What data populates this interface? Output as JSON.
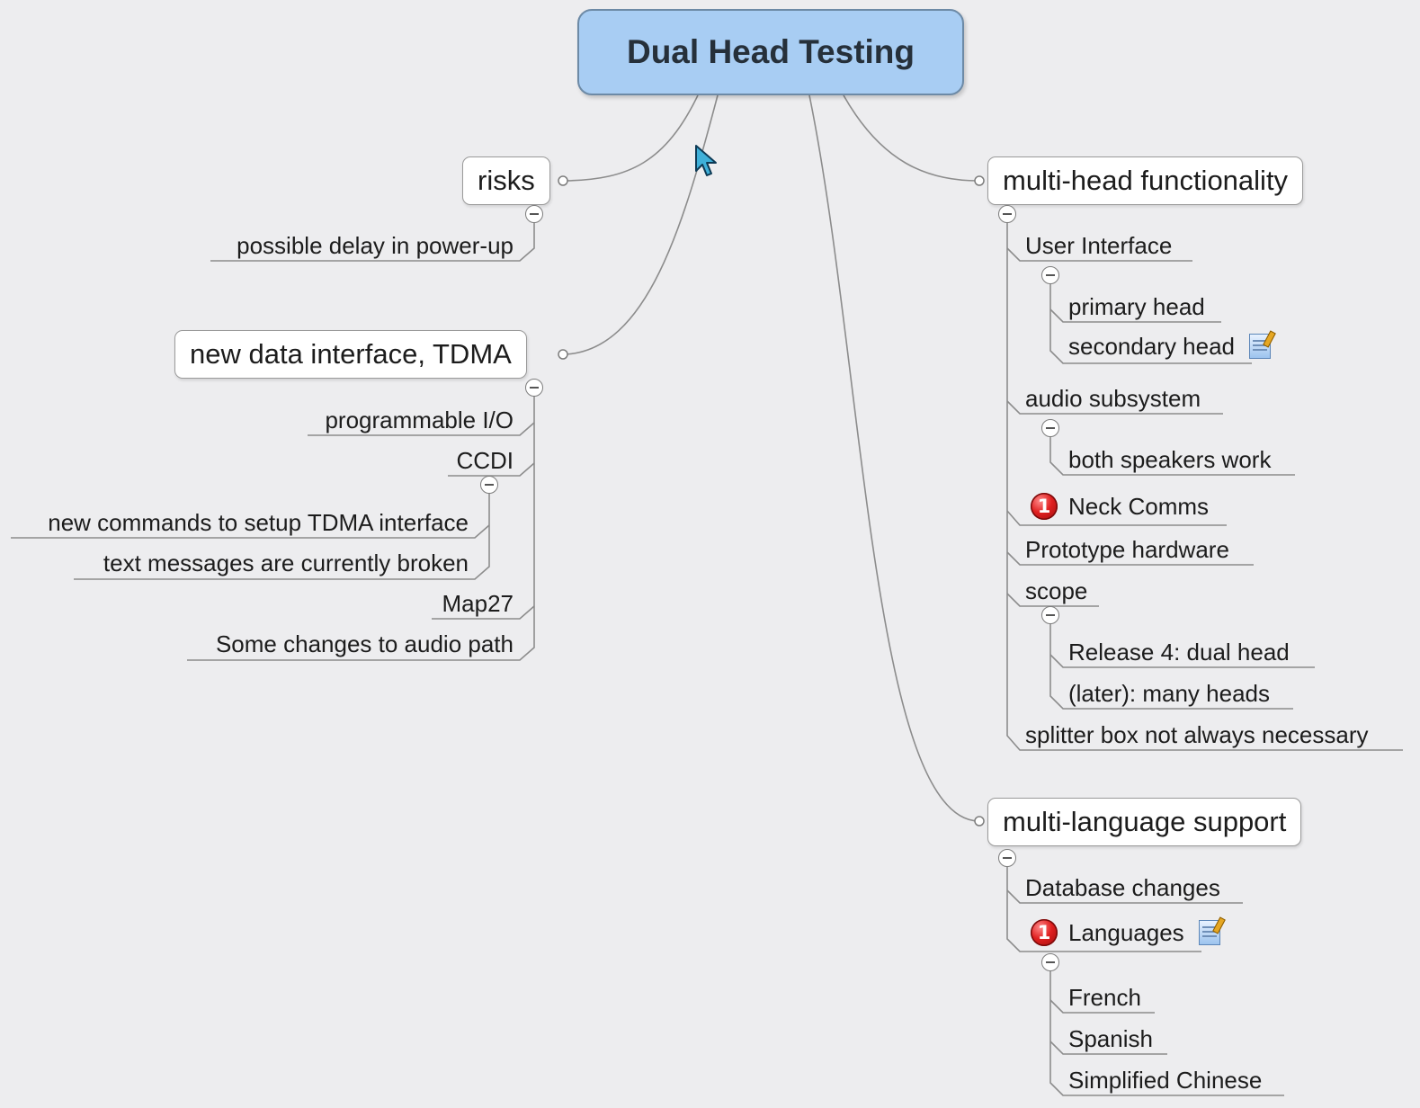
{
  "central": "Dual Head Testing",
  "branches": {
    "risks": {
      "label": "risks",
      "children": [
        "possible delay in power-up"
      ]
    },
    "data_interface": {
      "label": "new data interface, TDMA",
      "children": {
        "programmable_io": "programmable I/O",
        "ccdi": "CCDI",
        "ccdi_children": [
          "new commands to setup TDMA interface",
          "text messages are currently broken"
        ],
        "map27": "Map27",
        "audio_path": "Some changes to audio path"
      }
    },
    "multi_head": {
      "label": "multi-head functionality",
      "children": {
        "user_interface": "User Interface",
        "ui_children": [
          "primary head",
          "secondary head"
        ],
        "audio_subsystem": "audio subsystem",
        "audio_children": [
          "both speakers work"
        ],
        "neck_comms": "Neck Comms",
        "neck_comms_priority": "1",
        "prototype_hardware": "Prototype hardware",
        "scope": "scope",
        "scope_children": [
          "Release 4: dual head",
          "(later): many heads"
        ],
        "splitter_box": "splitter box not always necessary"
      }
    },
    "multi_language": {
      "label": "multi-language support",
      "children": {
        "database_changes": "Database changes",
        "languages": "Languages",
        "languages_priority": "1",
        "language_list": [
          "French",
          "Spanish",
          "Simplified Chinese"
        ]
      }
    }
  },
  "icons": {
    "priority": "priority-1-icon",
    "note": "note-icon",
    "collapse": "collapse-toggle-icon",
    "cursor": "mouse-cursor-icon"
  },
  "colors": {
    "central_fill": "#a8cdf3",
    "background": "#ededef",
    "priority_red": "#e02020",
    "connector": "#8c8c8c"
  }
}
